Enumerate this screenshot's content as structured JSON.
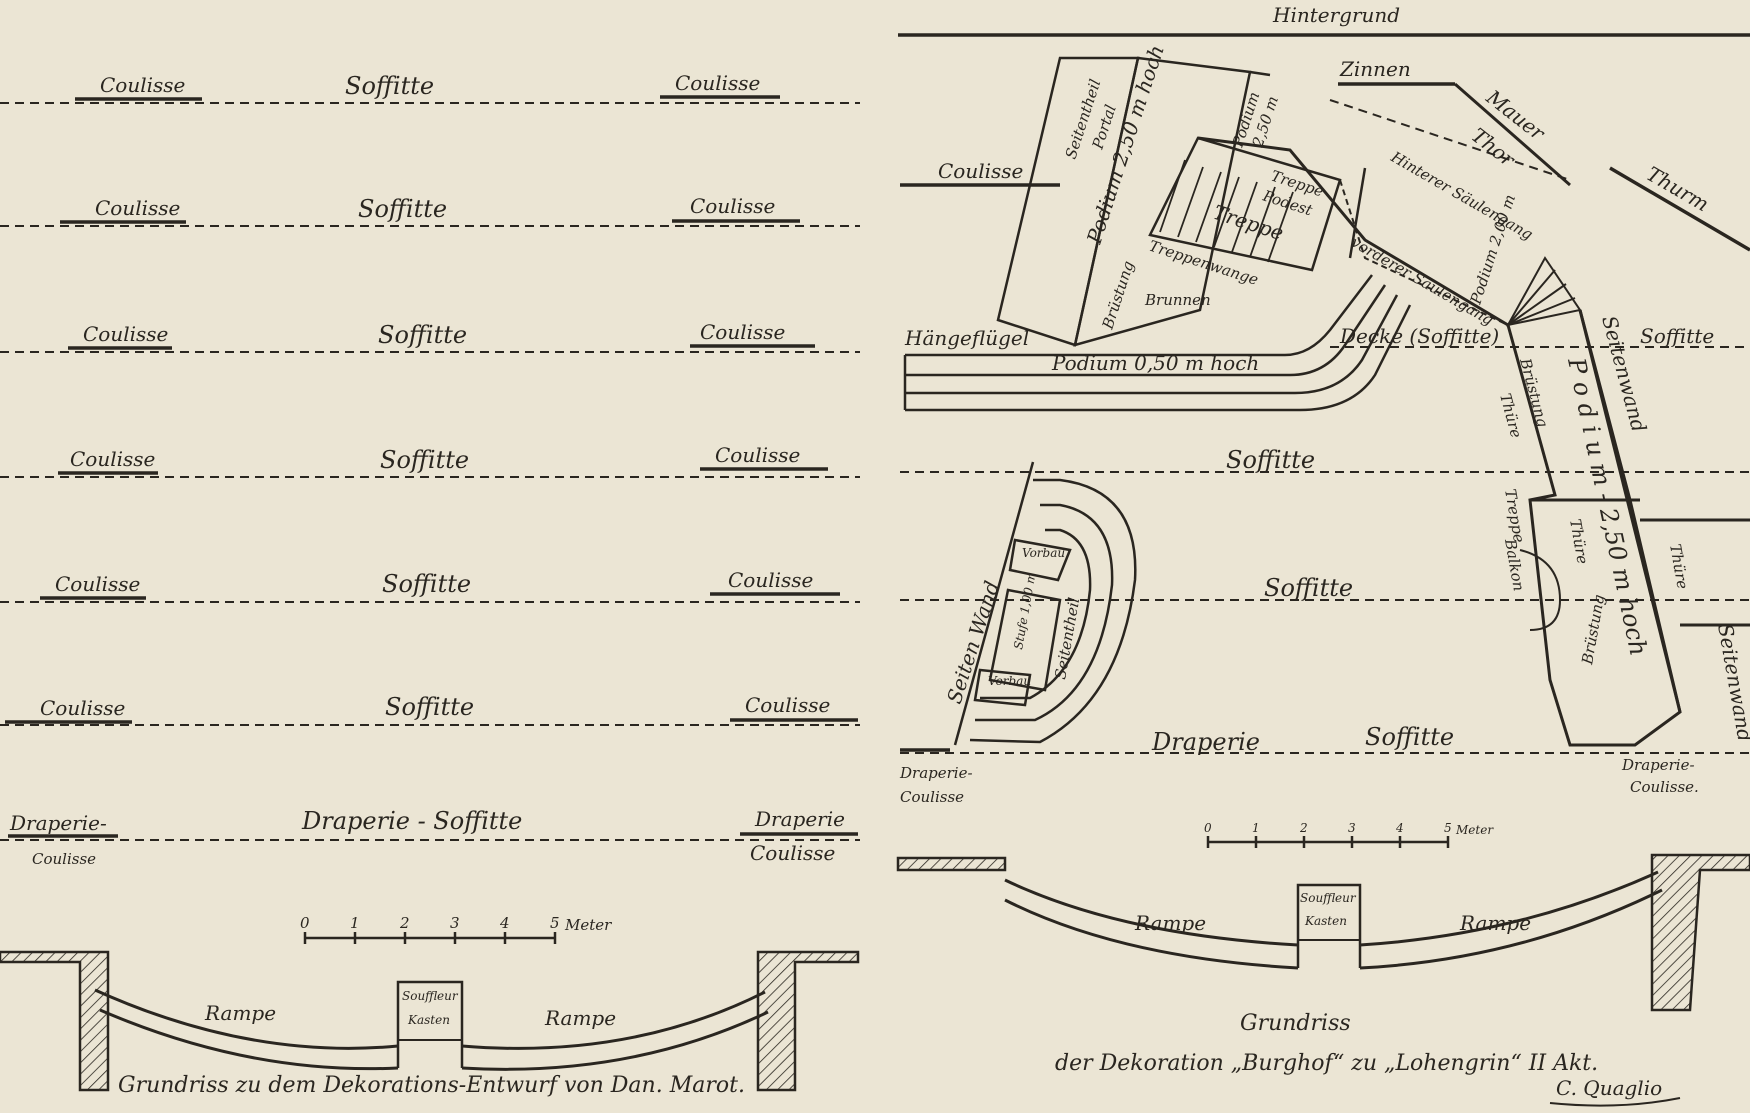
{
  "left_plan": {
    "rows": [
      {
        "left": "Coulisse",
        "center": "Soffitte",
        "right": "Coulisse"
      },
      {
        "left": "Coulisse",
        "center": "Soffitte",
        "right": "Coulisse"
      },
      {
        "left": "Coulisse",
        "center": "Soffitte",
        "right": "Coulisse"
      },
      {
        "left": "Coulisse",
        "center": "Soffitte",
        "right": "Coulisse"
      },
      {
        "left": "Coulisse",
        "center": "Soffitte",
        "right": "Coulisse"
      },
      {
        "left": "Coulisse",
        "center": "Soffitte",
        "right": "Coulisse"
      }
    ],
    "draperie_left_1": "Draperie-",
    "draperie_left_2": "Coulisse",
    "draperie_center": "Draperie - Soffitte",
    "draperie_right_1": "Draperie",
    "draperie_right_2": "Coulisse",
    "scale_ticks": [
      "0",
      "1",
      "2",
      "3",
      "4",
      "5"
    ],
    "scale_unit": "Meter",
    "rampe_left": "Rampe",
    "rampe_right": "Rampe",
    "souffleur_1": "Souffleur",
    "souffleur_2": "Kasten",
    "caption": "Grundriss zu dem Dekorations-Entwurf von Dan. Marot."
  },
  "right_plan": {
    "hintergrund": "Hintergrund",
    "zinnen": "Zinnen",
    "mauer": "Mauer",
    "thor": "Thor",
    "thurm": "Thurm",
    "coulisse_top": "Coulisse",
    "seitentheil_1": "Seitentheil",
    "seitentheil_2": "Portal",
    "podium_2": "Podium 2,50 m hoch",
    "podium_small_1": "Podium",
    "podium_small_2": "2,50 m",
    "freitreppe_1": "Treppe",
    "freitreppe_2": "Podest",
    "treppe_1": "Treppe",
    "treppe_2": "Brüstung",
    "treppe_3": "Treppenwange",
    "brunnen": "Brunnen",
    "hinterer_saeulengang": "Hinterer Säulengang",
    "vorderer_saeulengang": "vorderer Säulengang",
    "podium_3": "Podium 2,00 m",
    "haengefluegel": "Hängeflügel",
    "podium_050": "Podium 0,50 m hoch",
    "decke": "Decke (Soffitte)",
    "soffitte_r1": "Soffitte",
    "soffitte_center_1": "Soffitte",
    "soffitte_center_2": "Soffitte",
    "soffitte_center_3": "Soffitte",
    "draperie_center": "Draperie",
    "seitenwand_1": "Seitenwand",
    "seitenwand_2": "Seitenwand",
    "podium_vert": "P o d i u m  -  2,50 m hoch",
    "bruestung_1": "Brüstung",
    "bruestung_2": "Brüstung",
    "thuere_1": "Thüre",
    "thuere_2": "Thüre",
    "thuere_3": "Thüre",
    "balkon": "Balkon",
    "treppenhaus": "Treppe",
    "vorbau_1": "Vorbau",
    "vorbau_2": "Vorbau",
    "stufe": "Stufe 1,00 m",
    "seiten_wand": "Seiten Wand",
    "seitentheil_3": "Seitentheil",
    "draperie_left_1": "Draperie-",
    "draperie_left_2": "Coulisse",
    "draperie_right_1": "Draperie-",
    "draperie_right_2": "Coulisse.",
    "scale_ticks": [
      "0",
      "1",
      "2",
      "3",
      "4",
      "5"
    ],
    "scale_unit": "Meter",
    "rampe_left": "Rampe",
    "rampe_right": "Rampe",
    "souffleur_1": "Souffleur",
    "souffleur_2": "Kasten",
    "caption_1": "Grundriss",
    "caption_2": "der Dekoration „Burghof“ zu „Lohengrin“ II Akt.",
    "signature": "C. Quaglio"
  }
}
